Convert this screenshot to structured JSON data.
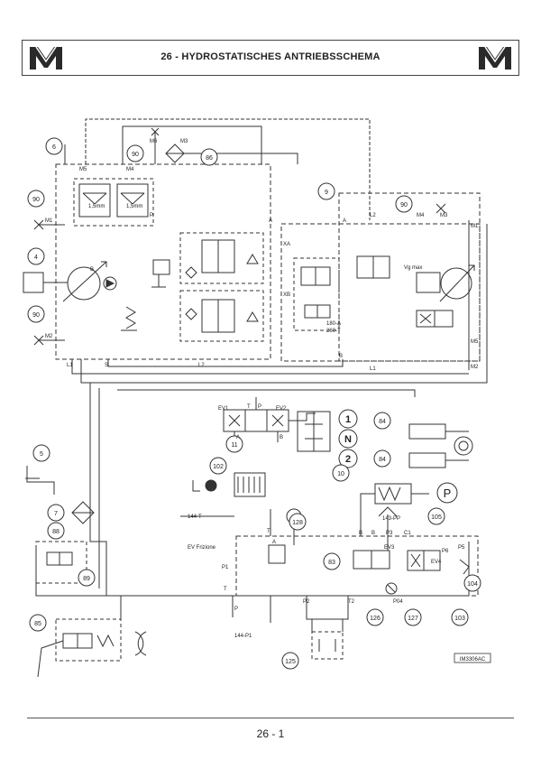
{
  "header": {
    "title": "26 - HYDROSTATISCHES ANTRIEBSSCHEMA"
  },
  "page_number": "26 - 1",
  "callouts": {
    "c6": "6",
    "c90a": "90",
    "c86": "86",
    "c90b": "90",
    "c4": "4",
    "c90c": "90",
    "c9": "9",
    "c90d": "90",
    "c11": "11",
    "c10": "10",
    "c84a": "84",
    "c84b": "84",
    "c5": "5",
    "c7": "7",
    "c88": "88",
    "c89": "89",
    "c102": "102",
    "c128": "128",
    "c83": "83",
    "c105": "105",
    "c104": "104",
    "c126": "126",
    "c127": "127",
    "c103": "103",
    "c85": "85",
    "c125": "125"
  },
  "labels": {
    "m1_left": "M1",
    "m2_left": "M2",
    "m5": "M5",
    "m4": "M4",
    "m6": "M6",
    "m3_top": "M3",
    "p_left": "P",
    "l1_bottom": "L1",
    "s_bottom": "S",
    "l2_bottom": "L2",
    "orifice1": "1,5mm",
    "orifice2": "1,5mm",
    "b_pump": "B",
    "a_pump": "A",
    "xa": "XA",
    "xb": "XB",
    "l2_right": "L2",
    "m4_right": "M4",
    "m3_right": "M3",
    "m1_right": "M1",
    "a_right": "A",
    "b_right": "B",
    "m5_right": "M5",
    "m2_right": "M2",
    "l1_right": "L1",
    "vg_max": "Vg max",
    "valve180": "180-A",
    "valve260": "260-T",
    "ev1": "EV1",
    "ev2": "EV2",
    "p_ev": "P",
    "t_ev": "T",
    "a_ev": "A",
    "b_ev": "B",
    "gear1": "1",
    "gearN": "N",
    "gear2": "2",
    "t144": "144-T",
    "t_top": "T",
    "a_top": "A",
    "ev_frizione": "EV Frizione",
    "p1": "P1",
    "t_left": "T",
    "p_low": "P",
    "p144": "144-P1",
    "p2": "P2",
    "t2": "T2",
    "b_mid": "B",
    "b_mid2": "B",
    "pp143": "143-PP",
    "p3": "P3",
    "c1": "C1",
    "ev3": "EV3",
    "ev4": "EV4",
    "p5": "P5",
    "p_right": "P6",
    "p0": "P04",
    "doc_ref": "IM3306AC"
  }
}
